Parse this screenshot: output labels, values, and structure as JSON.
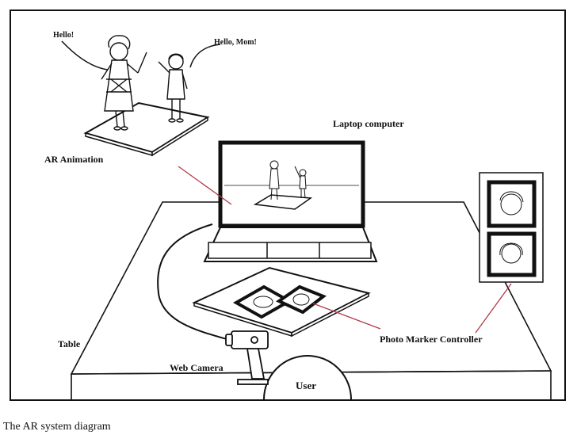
{
  "labels": {
    "laptop": "Laptop computer",
    "ar_animation": "AR Animation",
    "photo_marker": "Photo Marker Controller",
    "table": "Table",
    "web_camera": "Web Camera",
    "user": "User"
  },
  "speech": {
    "mother": "Hello!",
    "child": "Hello, Mom!"
  },
  "caption": "The AR system diagram",
  "colors": {
    "stroke": "#111111",
    "pointer_line": "#b23a48",
    "background": "#ffffff"
  }
}
